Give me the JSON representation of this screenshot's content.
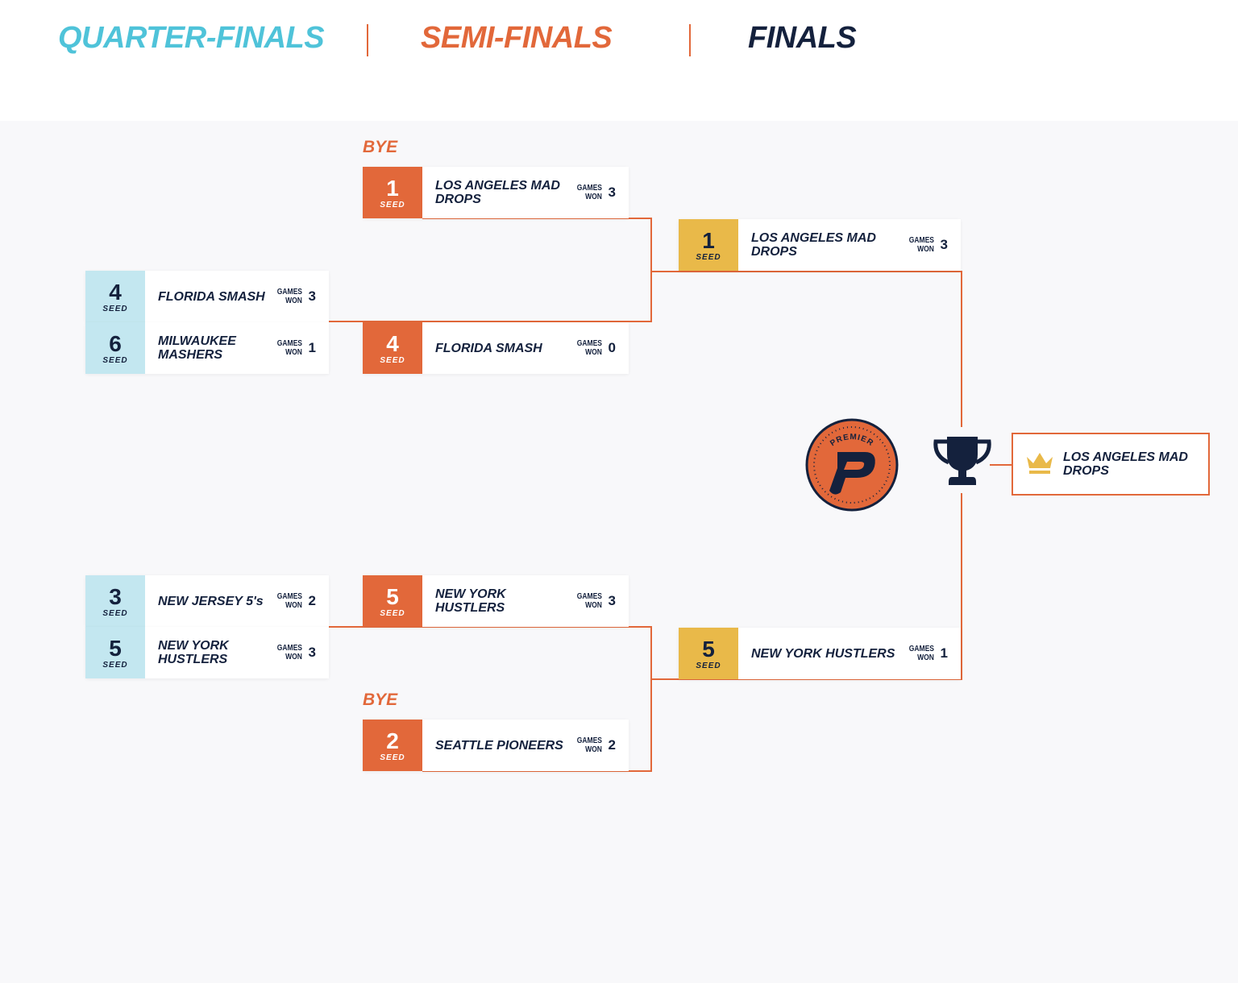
{
  "headers": {
    "quarter": "QUARTER-FINALS",
    "semi": "SEMI-FINALS",
    "finals": "FINALS"
  },
  "colors": {
    "quarter": "#4fc3d9",
    "semi": "#e2683a",
    "finals": "#14213d",
    "gold": "#e9b949"
  },
  "bye_label": "BYE",
  "seed_label": "SEED",
  "games_label_1": "GAMES",
  "games_label_2": "WON",
  "cards": [
    {
      "round": "semi",
      "seed": "1",
      "team": "LOS ANGELES MAD DROPS",
      "games": "3"
    },
    {
      "round": "quarter",
      "seed": "4",
      "team": "FLORIDA SMASH",
      "games": "3"
    },
    {
      "round": "quarter",
      "seed": "6",
      "team": "MILWAUKEE MASHERS",
      "games": "1"
    },
    {
      "round": "semi",
      "seed": "4",
      "team": "FLORIDA SMASH",
      "games": "0"
    },
    {
      "round": "final",
      "seed": "1",
      "team": "LOS ANGELES MAD DROPS",
      "games": "3"
    },
    {
      "round": "quarter",
      "seed": "3",
      "team": "NEW JERSEY 5's",
      "games": "2"
    },
    {
      "round": "quarter",
      "seed": "5",
      "team": "NEW YORK HUSTLERS",
      "games": "3"
    },
    {
      "round": "semi",
      "seed": "5",
      "team": "NEW YORK HUSTLERS",
      "games": "3"
    },
    {
      "round": "semi",
      "seed": "2",
      "team": "SEATTLE PIONEERS",
      "games": "2"
    },
    {
      "round": "final",
      "seed": "5",
      "team": "NEW YORK HUSTLERS",
      "games": "1"
    }
  ],
  "champion": {
    "team": "LOS ANGELES MAD DROPS"
  },
  "logo": {
    "text": "PREMIER",
    "letter": "P"
  }
}
